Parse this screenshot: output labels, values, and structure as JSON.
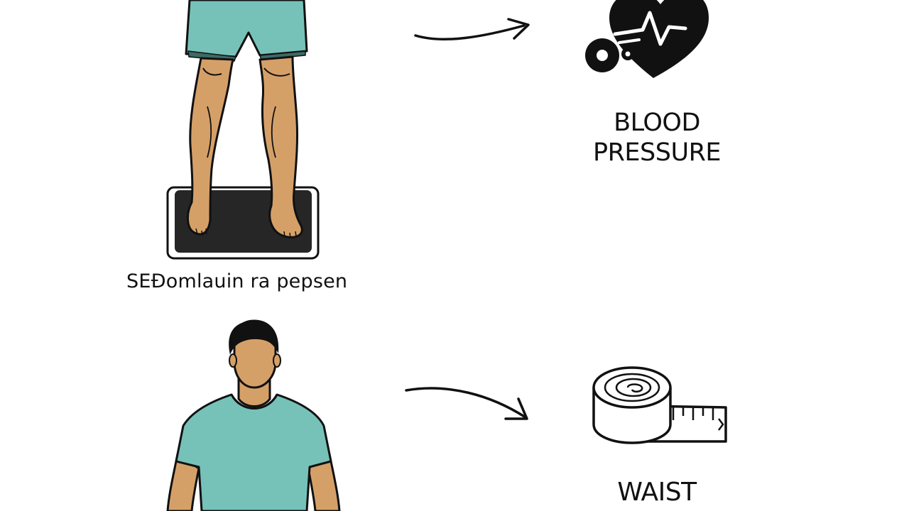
{
  "captions": {
    "scale_caption": "SEÐomlauin ra pepsen",
    "blood_pressure_line1": "BLOOD",
    "blood_pressure_line2": "PRESSURE",
    "waist": "WAIST"
  },
  "icons": {
    "scale_person": "person-on-scale-icon",
    "blood_pressure": "heart-pulse-icon",
    "waist": "measuring-tape-icon",
    "person": "person-icon",
    "arrow": "arrow-right-icon"
  },
  "colors": {
    "shirt": "#76c2b9",
    "skin": "#d5a068",
    "outline": "#111111",
    "scale_pad": "#262626",
    "background": "#ffffff"
  }
}
